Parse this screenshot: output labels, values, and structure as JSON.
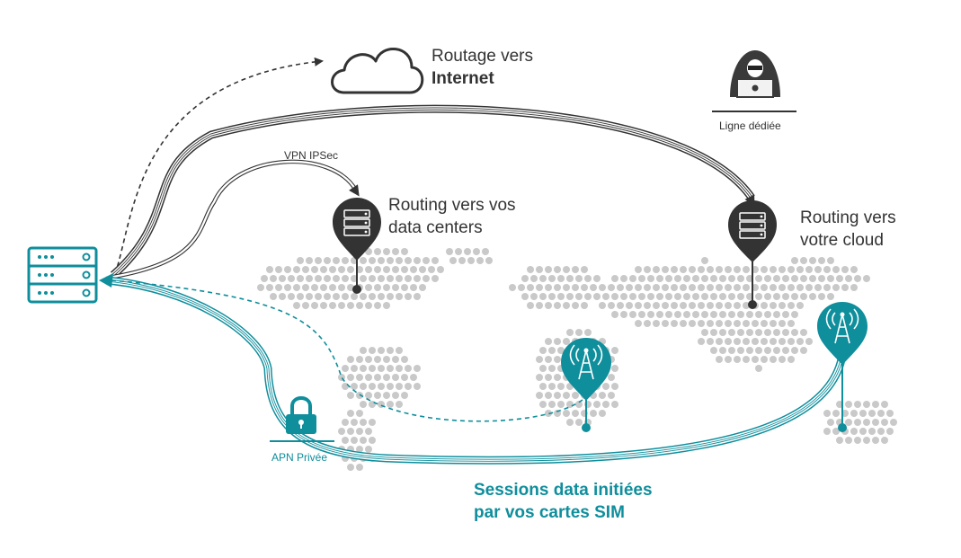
{
  "colors": {
    "teal": "#0f8e9c",
    "dark": "#333333",
    "map_dot": "#c9c9c9",
    "arrow": "#333333"
  },
  "labels": {
    "internet_line1": "Routage vers",
    "internet_line2": "Internet",
    "datacenter_line1": "Routing vers vos",
    "datacenter_line2": "data centers",
    "cloud_line1": "Routing vers",
    "cloud_line2": "votre cloud",
    "vpn": "VPN IPSec",
    "dedicated_line": "Ligne dédiée",
    "apn": "APN Privée",
    "sessions_line1": "Sessions data initiées",
    "sessions_line2": "par vos cartes SIM"
  },
  "icons": {
    "origin": "server-rack-icon",
    "cloud": "cloud-icon",
    "hacker": "hacker-icon",
    "datacenter_pin": "server-pin-icon",
    "cloud_pin": "server-pin-icon",
    "antenna_pins": "antenna-pin-icon",
    "lock": "lock-icon"
  }
}
